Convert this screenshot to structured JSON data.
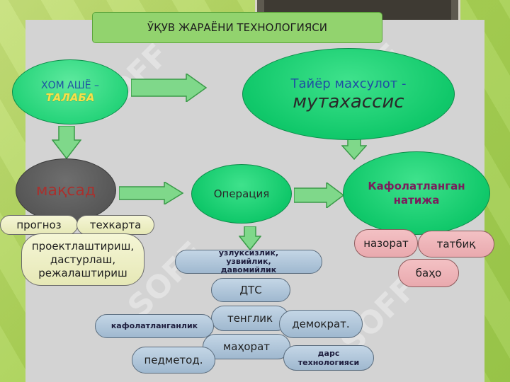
{
  "title": "ЎҚУВ ЖАРАЁНИ ТЕХНОЛОГИЯСИ",
  "watermark": "SOFF",
  "raw_material": {
    "line1": "ХОМ АШЁ –",
    "line2": "ТАЛАБА"
  },
  "product": {
    "line1": "Тайёр махсулот -",
    "line2": "мутахассис"
  },
  "goal": "мақсад",
  "operation": "Операция",
  "result": "Кафолатланган натижа",
  "goal_tags": [
    "прогноз",
    "техкарта"
  ],
  "goal_detail": "проектлаштириш, дастурлаш, режалаштириш",
  "result_tags": [
    "назорат",
    "татбиқ",
    "баҳо"
  ],
  "operation_tags": [
    "узлуксизлик, узвийлик, давомийлик",
    "ДТС",
    "тенглик",
    "демократ.",
    "кафолатланганлик",
    "маҳорат",
    "педметод.",
    "дарс технологияси"
  ],
  "colors": {
    "green": "#10c86a",
    "dark_ellipse": "#545454",
    "title_fill": "#92d36e",
    "blue_text": "#1f4fa3",
    "yellow_text": "#f7e04a",
    "result_text": "#7a1e5c"
  }
}
